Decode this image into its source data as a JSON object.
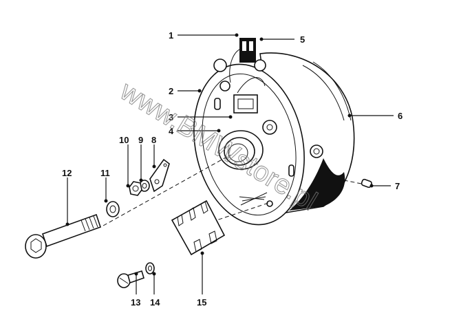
{
  "diagram": {
    "watermark": "www.BMWstore.pl",
    "callouts": [
      "1",
      "2",
      "3",
      "4",
      "5",
      "6",
      "7",
      "8",
      "9",
      "10",
      "11",
      "12",
      "13",
      "14",
      "15"
    ]
  }
}
